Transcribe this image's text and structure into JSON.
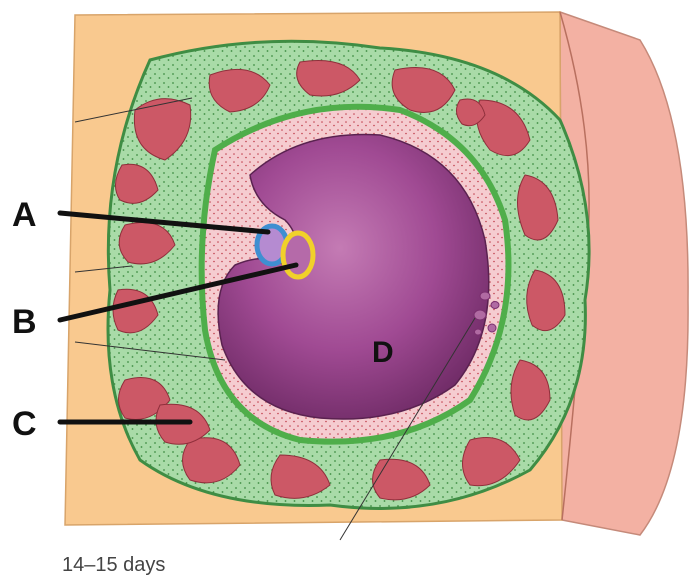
{
  "diagram": {
    "caption": "14–15 days",
    "labels": {
      "a": "A",
      "b": "B",
      "c": "C",
      "d": "D"
    },
    "colors": {
      "background": "#ffffff",
      "endometrium": "#f9c98f",
      "uterine_wall_side": "#f3b1a3",
      "trophoblast": "#a9dba8",
      "syncytium": "#4fae4a",
      "lacunae": "#cc5866",
      "cavity_rim": "#f5ccd0",
      "chorionic_cavity": "#a24d94",
      "amnion": "#3f8fd1",
      "yolk_sac": "#f1d12a"
    }
  }
}
